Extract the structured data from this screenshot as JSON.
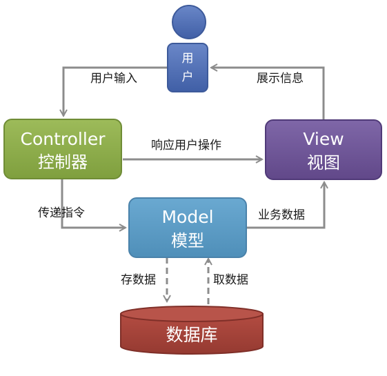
{
  "nodes": {
    "user": {
      "line1": "用",
      "line2": "户"
    },
    "controller": {
      "en": "Controller",
      "zh": "控制器"
    },
    "view": {
      "en": "View",
      "zh": "视图"
    },
    "model": {
      "en": "Model",
      "zh": "模型"
    },
    "database": {
      "label": "数据库"
    }
  },
  "edges": {
    "user_input": "用户输入",
    "show_info": "展示信息",
    "respond": "响应用户操作",
    "pass_command": "传递指令",
    "business_data": "业务数据",
    "store_data": "存数据",
    "fetch_data": "取数据"
  },
  "colors": {
    "user_fill": "#4f6db2",
    "controller_fill": "#8aab4a",
    "view_fill": "#6e5497",
    "model_fill": "#5d9ec7",
    "database_fill": "#a5433a",
    "arrow": "#8c8c8c"
  }
}
